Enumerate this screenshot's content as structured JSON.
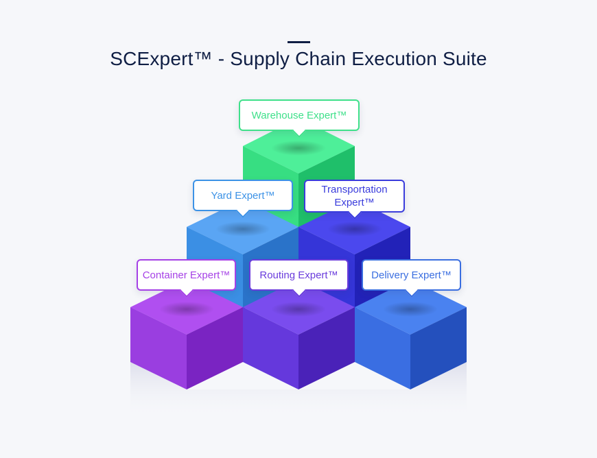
{
  "title": "SCExpert™ - Supply Chain Execution Suite",
  "modules": [
    {
      "id": "warehouse",
      "label": "Warehouse Expert™",
      "color": "#3fe08a"
    },
    {
      "id": "yard",
      "label": "Yard Expert™",
      "color": "#3c92e6"
    },
    {
      "id": "transportation",
      "label": "Transportation Expert™",
      "color": "#3a3cdc"
    },
    {
      "id": "container",
      "label": "Container Expert™",
      "color": "#a540e6"
    },
    {
      "id": "routing",
      "label": "Routing Expert™",
      "color": "#6a3cdc"
    },
    {
      "id": "delivery",
      "label": "Delivery Expert™",
      "color": "#3a6ee0"
    }
  ]
}
